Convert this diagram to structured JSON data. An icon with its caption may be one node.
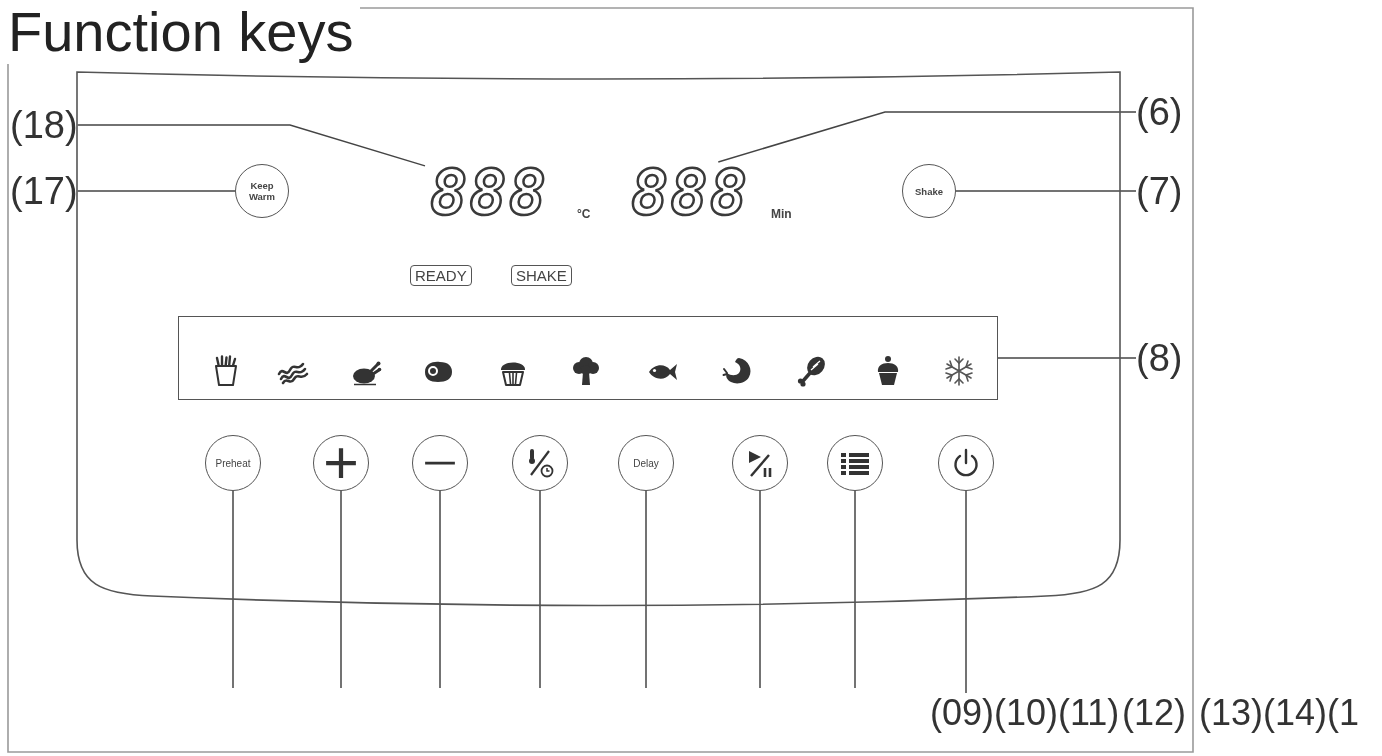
{
  "diagram": {
    "title": "Function keys",
    "nodes": [
      {
        "text": [],
        "shape": "box"
      },
      {
        "text": [
          "(18)"
        ]
      },
      {
        "text": [
          "(6)"
        ]
      },
      {
        "text": [
          "(17)"
        ]
      },
      {
        "text": [
          "Keep Warm"
        ],
        "in": 0
      },
      {
        "text": [
          "888"
        ],
        "in": 0,
        "beside": [
          "°C"
        ]
      },
      {
        "text": [
          "888"
        ],
        "in": 0,
        "beside": [
          "Min"
        ]
      },
      {
        "text": [
          "Shake"
        ],
        "in": 0
      },
      {
        "text": [
          "(7)"
        ]
      },
      {
        "text": [
          "READY"
        ],
        "in": 0
      },
      {
        "text": [
          "SHAKE"
        ],
        "in": 0
      },
      {
        "text": [],
        "shape": "box",
        "in": 0
      },
      {
        "text": [
          "(8)"
        ]
      },
      {
        "text": [
          "Preheat"
        ],
        "in": 0
      },
      {
        "text": [],
        "shape": "circle",
        "in": 0
      },
      {
        "text": [],
        "shape": "circle",
        "in": 0
      },
      {
        "text": [],
        "shape": "circle",
        "in": 0
      },
      {
        "text": [
          "Delay"
        ],
        "in": 0
      },
      {
        "text": [],
        "shape": "circle",
        "in": 0
      },
      {
        "text": [],
        "shape": "circle",
        "in": 0
      },
      {
        "text": [],
        "shape": "circle",
        "in": 0
      },
      {
        "text": [
          "(09)"
        ]
      }
    ],
    "edges": [
      {
        "from": 1,
        "to": 5,
        "arrow": "none"
      },
      {
        "from": 2,
        "to": 6,
        "arrow": "none"
      },
      {
        "from": 3,
        "to": 4,
        "arrow": "none"
      },
      {
        "from": 8,
        "to": 7,
        "arrow": "none"
      },
      {
        "from": 12,
        "to": 11,
        "arrow": "none"
      },
      {
        "from": null,
        "to": 13,
        "arrow": "none"
      },
      {
        "from": null,
        "to": 14,
        "arrow": "none"
      },
      {
        "from": null,
        "to": 15,
        "arrow": "none"
      },
      {
        "from": null,
        "to": 16,
        "arrow": "none"
      },
      {
        "from": null,
        "to": 17,
        "arrow": "none"
      },
      {
        "from": null,
        "to": 18,
        "arrow": "none"
      },
      {
        "from": null,
        "to": 19,
        "arrow": "none"
      },
      {
        "from": 21,
        "to": 20,
        "arrow": "none"
      }
    ],
    "labels": [
      "(10)",
      "(11)",
      "(12)",
      "(13)",
      "(14)",
      "(1"
    ]
  }
}
